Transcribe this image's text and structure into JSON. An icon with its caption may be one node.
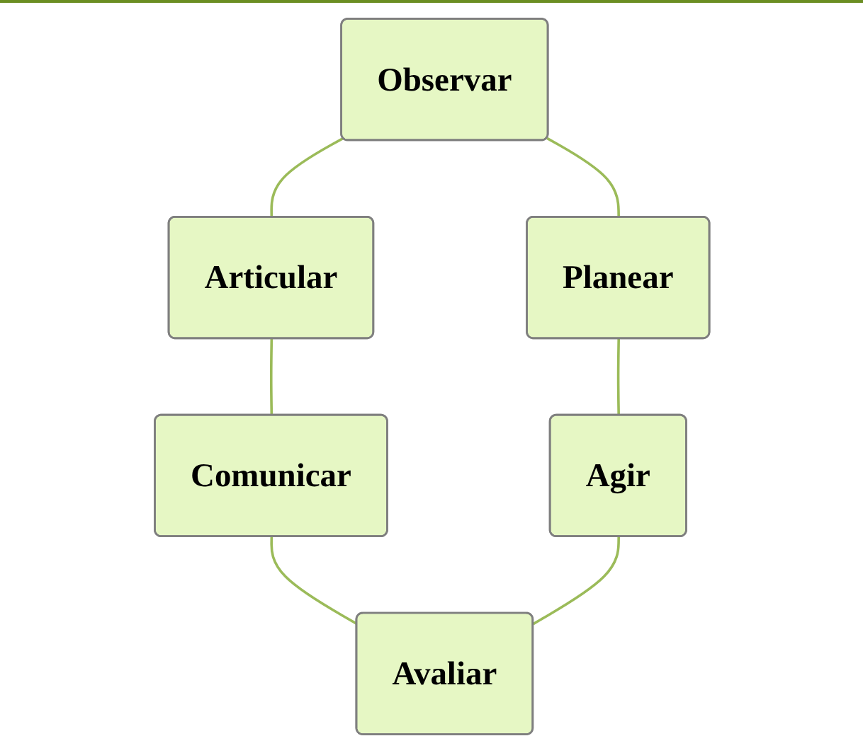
{
  "diagram": {
    "nodes": [
      {
        "text": [
          "Observar"
        ]
      },
      {
        "text": [
          "Planear"
        ]
      },
      {
        "text": [
          "Agir"
        ]
      },
      {
        "text": [
          "Avaliar"
        ]
      },
      {
        "text": [
          "Comunicar"
        ]
      },
      {
        "text": [
          "Articular"
        ]
      }
    ],
    "edges": [
      {
        "from": 0,
        "to": 5,
        "arrow": "none"
      },
      {
        "from": 5,
        "to": 4,
        "arrow": "none"
      },
      {
        "from": 4,
        "to": 3,
        "arrow": "none"
      },
      {
        "from": 0,
        "to": 1,
        "arrow": "none"
      },
      {
        "from": 1,
        "to": 2,
        "arrow": "none"
      },
      {
        "from": 2,
        "to": 3,
        "arrow": "none"
      }
    ]
  }
}
